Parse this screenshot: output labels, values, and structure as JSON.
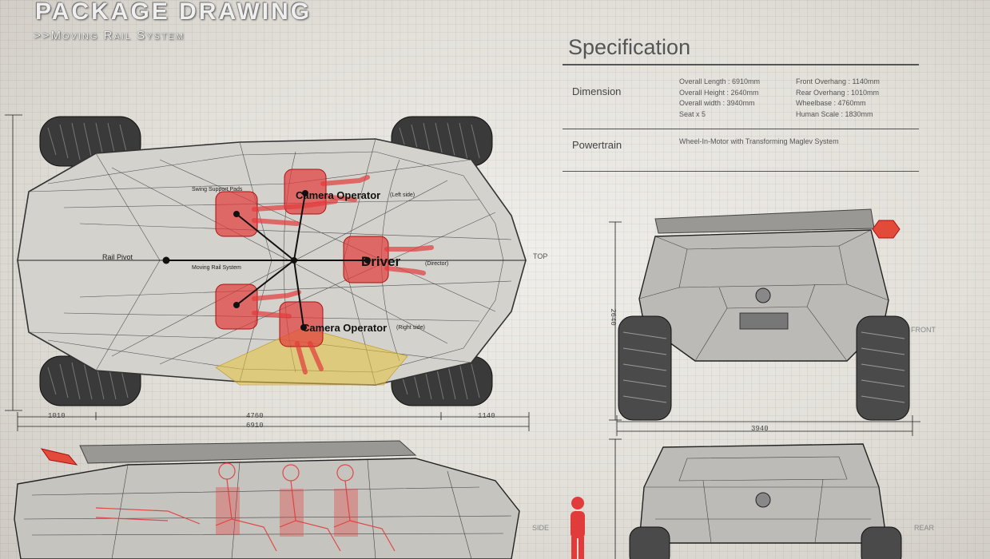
{
  "header": {
    "title": "PACKAGE DRAWING",
    "subtitle": ">>Moving Rail System"
  },
  "specification": {
    "title": "Specification",
    "dimension_label": "Dimension",
    "dimension_items": [
      "Overall Length  :  6910mm",
      "Overall Height  :  2640mm",
      "Overall width   :  3940mm",
      "Seat x 5",
      "Front Overhang  :  1140mm",
      "Rear Overhang   :  1010mm",
      "Wheelbase       :  4760mm",
      "Human Scale     :  1830mm"
    ],
    "powertrain_label": "Powertrain",
    "powertrain_value": "Wheel-In-Motor with Transforming Maglev System"
  },
  "top_view": {
    "label": "TOP",
    "camera_operator_left": "Camera Operator",
    "camera_operator_left_side": "(Left side)",
    "camera_operator_right": "Camera Operator",
    "camera_operator_right_side": "(Right side)",
    "driver": "Driver",
    "driver_role": "(Director)",
    "rail_pivot": "Rail Pivot",
    "moving_rail_system": "Moving Rail System",
    "swing_support_pads": "Swing Support Pads",
    "dim_left": "1010",
    "dim_wheelbase": "4760",
    "dim_right": "1140",
    "dim_overall": "6910"
  },
  "front_view": {
    "label": "FRONT",
    "dim_height": "2640",
    "dim_width": "3940"
  },
  "side_view": {
    "label": "SIDE"
  },
  "rear_view": {
    "label": "REAR"
  },
  "colors": {
    "seat_red": "#e23b3b",
    "camera_cone": "#e6c23a",
    "line": "#333333"
  }
}
